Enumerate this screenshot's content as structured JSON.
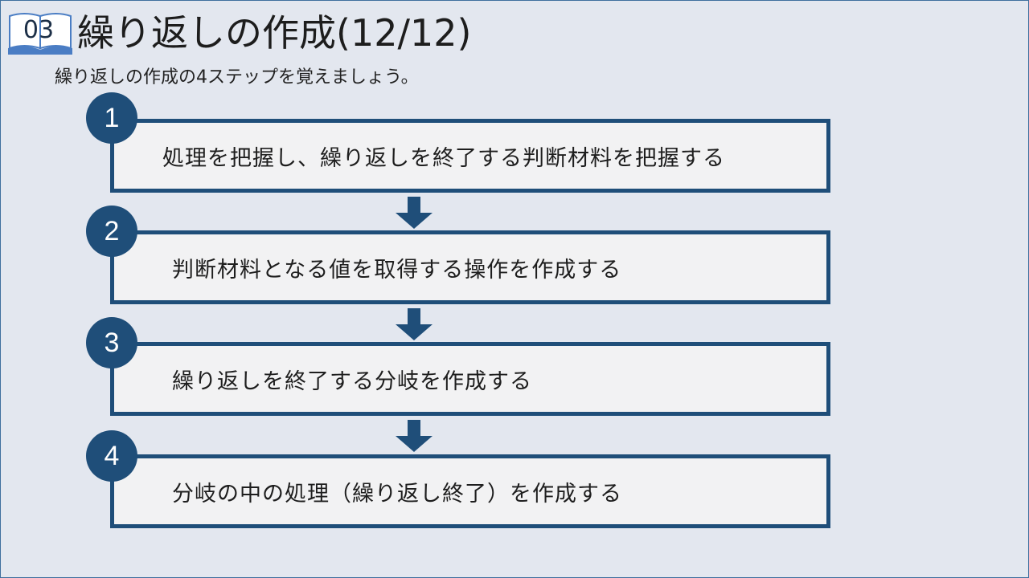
{
  "header": {
    "section_number": "03",
    "title": "繰り返しの作成(12/12)",
    "subtitle": "繰り返しの作成の4ステップを覚えましょう。"
  },
  "steps": [
    {
      "number": "1",
      "text": "処理を把握し、繰り返しを終了する判断材料を把握する"
    },
    {
      "number": "2",
      "text": "判断材料となる値を取得する操作を作成する"
    },
    {
      "number": "3",
      "text": "繰り返しを終了する分岐を作成する"
    },
    {
      "number": "4",
      "text": "分岐の中の処理（繰り返し終了）を作成する"
    }
  ],
  "colors": {
    "accent": "#1f4e79",
    "background": "#e3e7ef",
    "box_fill": "#f2f2f3",
    "book_icon": "#4a7dc4"
  },
  "icons": {
    "section_badge": "open-book-icon",
    "flow_arrow": "down-arrow-icon"
  }
}
